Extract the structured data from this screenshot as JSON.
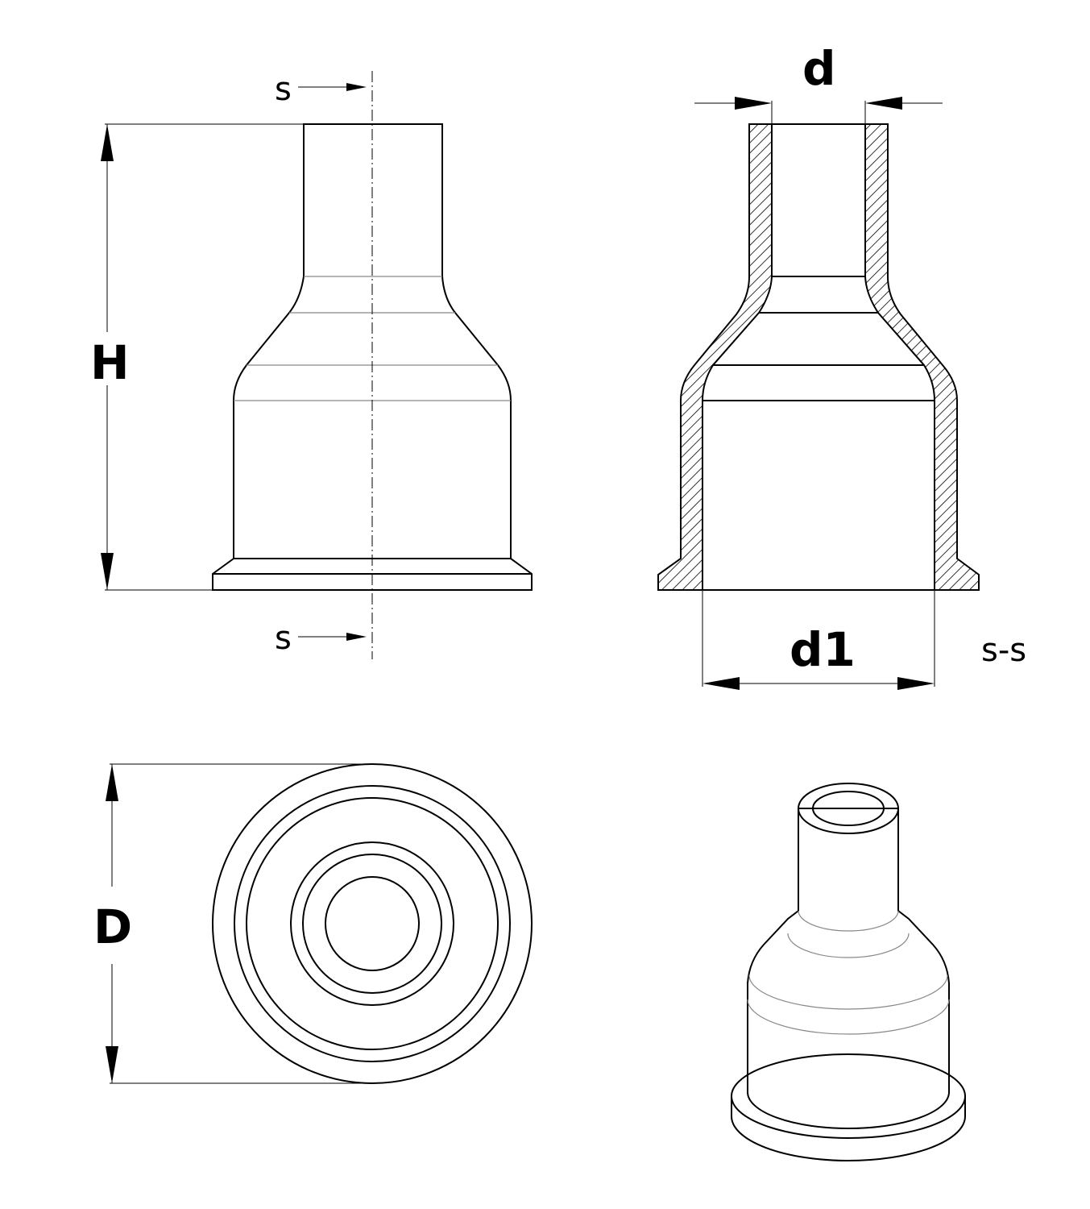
{
  "labels": {
    "height": "H",
    "small_diameter": "d",
    "large_diameter": "d1",
    "outer_diameter": "D",
    "section_marker_top": "s",
    "section_marker_bottom": "s",
    "section_name": "s-s"
  },
  "colors": {
    "line": "#000000",
    "background": "#ffffff",
    "hidden_edge": "#888888"
  },
  "views": [
    "front-view",
    "section-view",
    "top-view",
    "isometric-view"
  ]
}
